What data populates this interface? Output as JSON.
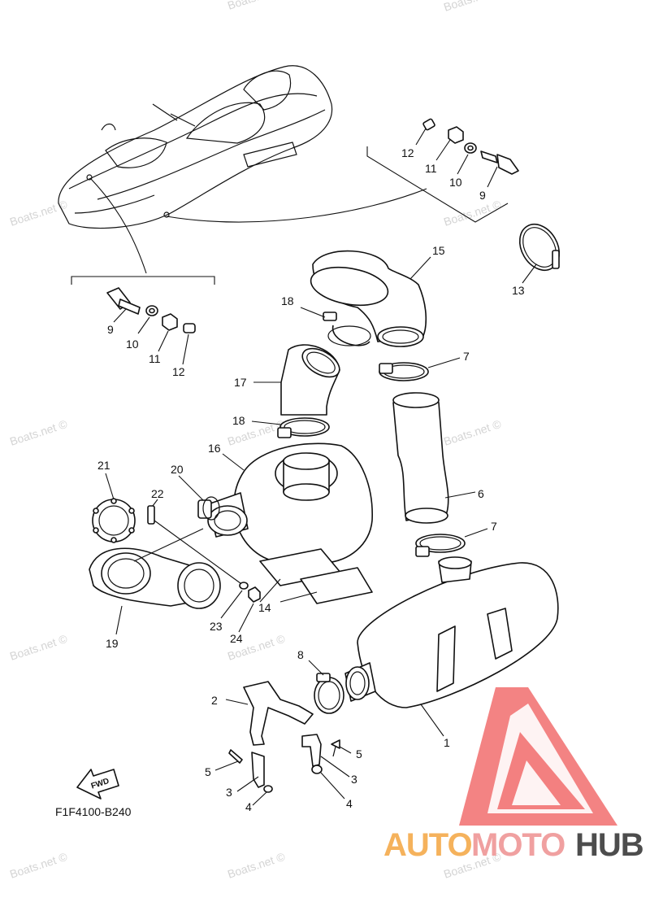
{
  "diagram": {
    "code": "F1F4100-B240",
    "fwd_label": "FWD"
  },
  "watermark": {
    "text": "Boats.net ©",
    "color": "#d4d4d4"
  },
  "logo": {
    "brand": "AUTOMOTOHUB",
    "part_auto": "AUTO",
    "part_moto": "MOTO",
    "part_hub": "HUB",
    "color_auto": "#f5b25c",
    "color_moto": "#f0a0a0",
    "color_hub": "#4d4d4d",
    "triangle_color": "#ef5a5a"
  },
  "callouts": [
    "1",
    "2",
    "3",
    "4",
    "5",
    "6",
    "7",
    "8",
    "9",
    "10",
    "11",
    "12",
    "13",
    "14",
    "15",
    "16",
    "17",
    "18",
    "19",
    "20",
    "21",
    "22",
    "23",
    "24"
  ],
  "labels": [
    {
      "id": "l12a",
      "text": "12"
    },
    {
      "id": "l11a",
      "text": "11"
    },
    {
      "id": "l10a",
      "text": "10"
    },
    {
      "id": "l9a",
      "text": "9"
    },
    {
      "id": "l13",
      "text": "13"
    },
    {
      "id": "l15",
      "text": "15"
    },
    {
      "id": "l18a",
      "text": "18"
    },
    {
      "id": "l9b",
      "text": "9"
    },
    {
      "id": "l10b",
      "text": "10"
    },
    {
      "id": "l11b",
      "text": "11"
    },
    {
      "id": "l12b",
      "text": "12"
    },
    {
      "id": "l7a",
      "text": "7"
    },
    {
      "id": "l17",
      "text": "17"
    },
    {
      "id": "l18b",
      "text": "18"
    },
    {
      "id": "l16",
      "text": "16"
    },
    {
      "id": "l21",
      "text": "21"
    },
    {
      "id": "l20",
      "text": "20"
    },
    {
      "id": "l22",
      "text": "22"
    },
    {
      "id": "l6",
      "text": "6"
    },
    {
      "id": "l7b",
      "text": "7"
    },
    {
      "id": "l14",
      "text": "14"
    },
    {
      "id": "l23",
      "text": "23"
    },
    {
      "id": "l24",
      "text": "24"
    },
    {
      "id": "l19",
      "text": "19"
    },
    {
      "id": "l8",
      "text": "8"
    },
    {
      "id": "l2",
      "text": "2"
    },
    {
      "id": "l1",
      "text": "1"
    },
    {
      "id": "l5a",
      "text": "5"
    },
    {
      "id": "l3a",
      "text": "3"
    },
    {
      "id": "l4a",
      "text": "4"
    },
    {
      "id": "l5b",
      "text": "5"
    },
    {
      "id": "l3b",
      "text": "3"
    },
    {
      "id": "l4b",
      "text": "4"
    }
  ]
}
